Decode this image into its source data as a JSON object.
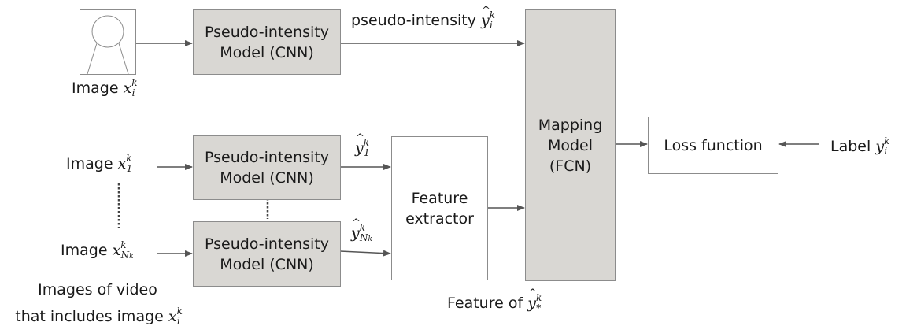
{
  "nodes": {
    "pseudo_top": {
      "line1": "Pseudo-intensity",
      "line2": "Model (CNN)"
    },
    "pseudo_1": {
      "line1": "Pseudo-intensity",
      "line2": "Model (CNN)"
    },
    "pseudo_n": {
      "line1": "Pseudo-intensity",
      "line2": "Model (CNN)"
    },
    "feature_extractor": {
      "line1": "Feature",
      "line2": "extractor"
    },
    "mapping_model": {
      "line1": "Mapping",
      "line2": "Model",
      "line3": "(FCN)"
    },
    "loss_function": {
      "label": "Loss function"
    }
  },
  "labels": {
    "image_top": {
      "word": "Image",
      "var": "x",
      "sub": "i",
      "sup": "k"
    },
    "image_1": {
      "word": "Image",
      "var": "x",
      "sub": "1",
      "sup": "k"
    },
    "image_n": {
      "word": "Image",
      "var": "x",
      "sub": "N",
      "subsub": "k",
      "sup": "k"
    },
    "pseudo_intensity": {
      "word": "pseudo-intensity",
      "var": "y",
      "sub": "i",
      "sup": "k"
    },
    "yhat_1": {
      "var": "y",
      "sub": "1",
      "sup": "k"
    },
    "yhat_n": {
      "var": "y",
      "sub": "N",
      "subsub": "k",
      "sup": "k"
    },
    "label": {
      "word": "Label",
      "var": "y",
      "sub": "i",
      "sup": "k"
    },
    "feature_of": {
      "word": "Feature of",
      "var": "y",
      "sub": "*",
      "sup": "k"
    },
    "images_of_video": {
      "line1": "Images of video",
      "line2": "that includes image",
      "var": "x",
      "sub": "i",
      "sup": "k"
    }
  },
  "colors": {
    "gray_box": "#d9d7d3",
    "border": "#8c8c8c",
    "arrow": "#555555"
  },
  "icons": {
    "image_placeholder": "person-image-icon"
  }
}
